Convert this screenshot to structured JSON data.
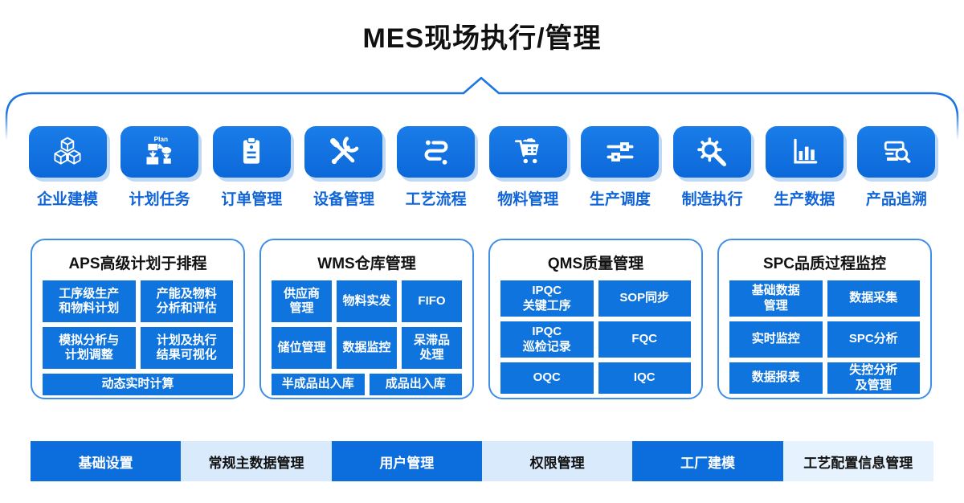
{
  "title": "MES现场执行/管理",
  "colors": {
    "accent": "#0f72e0",
    "tile_blue": "#0f72e0",
    "cell_blue": "#0f74dd",
    "label_blue": "#1065d8",
    "panel_border": "#3f8fe9",
    "footer_primary": "#0c6edd",
    "footer_light": "#d8eafc"
  },
  "modules": [
    {
      "label": "企业建模",
      "icon": "cubes-icon"
    },
    {
      "label": "计划任务",
      "icon": "plan-flowchart-icon"
    },
    {
      "label": "订单管理",
      "icon": "clipboard-icon"
    },
    {
      "label": "设备管理",
      "icon": "tools-icon"
    },
    {
      "label": "工艺流程",
      "icon": "flow-icon"
    },
    {
      "label": "物料管理",
      "icon": "cart-icon"
    },
    {
      "label": "生产调度",
      "icon": "sliders-icon"
    },
    {
      "label": "制造执行",
      "icon": "gear-wrench-icon"
    },
    {
      "label": "生产数据",
      "icon": "bar-chart-icon"
    },
    {
      "label": "产品追溯",
      "icon": "search-trace-icon"
    }
  ],
  "panels": [
    {
      "title": "APS高级计划于排程",
      "cells": [
        "工序级生产\n和物料计划",
        "产能及物料\n分析和评估",
        "模拟分析与\n计划调整",
        "计划及执行\n结果可视化",
        "动态实时计算"
      ]
    },
    {
      "title": "WMS仓库管理",
      "cells": [
        "供应商\n管理",
        "物料实发",
        "FIFO",
        "储位管理",
        "数据监控",
        "呆滞品\n处理",
        "半成品出入库",
        "成品出入库"
      ]
    },
    {
      "title": "QMS质量管理",
      "cells": [
        "IPQC\n关键工序",
        "SOP同步",
        "IPQC\n巡检记录",
        "FQC",
        "OQC",
        "IQC"
      ]
    },
    {
      "title": "SPC品质过程监控",
      "cells": [
        "基础数据\n管理",
        "数据采集",
        "实时监控",
        "SPC分析",
        "数据报表",
        "失控分析\n及管理"
      ]
    }
  ],
  "footer": {
    "items": [
      {
        "label": "基础设置",
        "variant": "dark"
      },
      {
        "label": "常规主数据管理",
        "variant": "light"
      },
      {
        "label": "用户管理",
        "variant": "dark"
      },
      {
        "label": "权限管理",
        "variant": "light"
      },
      {
        "label": "工厂建模",
        "variant": "dark"
      },
      {
        "label": "工艺配置信息管理",
        "variant": "lighter"
      }
    ]
  }
}
